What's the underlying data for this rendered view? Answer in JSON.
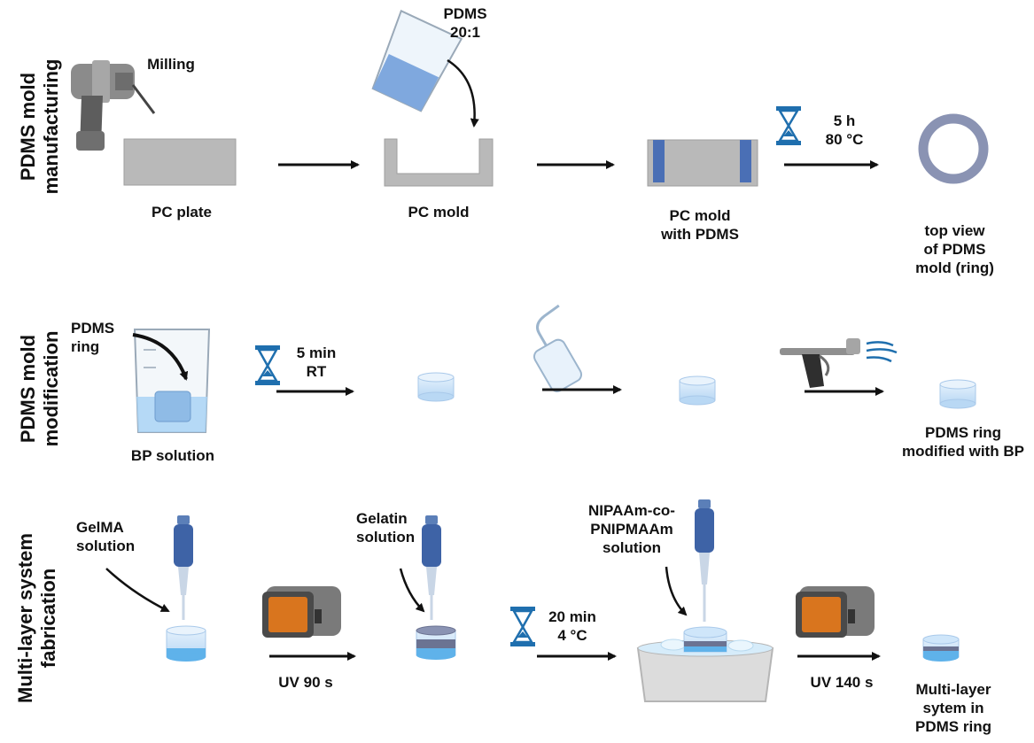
{
  "rows": [
    {
      "title_line1": "PDMS mold",
      "title_line2": "manufacturing"
    },
    {
      "title_line1": "PDMS mold",
      "title_line2": "modification"
    },
    {
      "title_line1": "Multi-layer system",
      "title_line2": "fabrication"
    }
  ],
  "row1": {
    "milling": "Milling",
    "pc_plate": "PC plate",
    "pdms_ratio_1": "PDMS",
    "pdms_ratio_2": "20:1",
    "pc_mold": "PC mold",
    "pc_mold_pdms_1": "PC mold",
    "pc_mold_pdms_2": "with PDMS",
    "cure_time": "5 h",
    "cure_temp": "80 °C",
    "top_view_1": "top view",
    "top_view_2": "of PDMS",
    "top_view_3": "mold (ring)"
  },
  "row2": {
    "pdms_ring_1": "PDMS",
    "pdms_ring_2": "ring",
    "bp_solution": "BP solution",
    "time": "5 min",
    "temp": "RT",
    "result_1": "PDMS ring",
    "result_2": "modified with BP"
  },
  "row3": {
    "gelma_1": "GelMA",
    "gelma_2": "solution",
    "uv1": "UV 90 s",
    "gelatin_1": "Gelatin",
    "gelatin_2": "solution",
    "time": "20 min",
    "temp": "4 °C",
    "nipaam_1": "NIPAAm-co-",
    "nipaam_2": "PNIPMAAm",
    "nipaam_3": "solution",
    "uv2": "UV 140 s",
    "result_1": "Multi-layer",
    "result_2": "sytem in",
    "result_3": "PDMS ring"
  },
  "colors": {
    "plate_gray": "#b9b9b9",
    "pdms_blue": "#4a6fb5",
    "ring_gray": "#8a93b3",
    "liquid_blue": "#9cc9ef",
    "hourglass_blue": "#1f6fae",
    "uv_orange": "#d9751e"
  }
}
